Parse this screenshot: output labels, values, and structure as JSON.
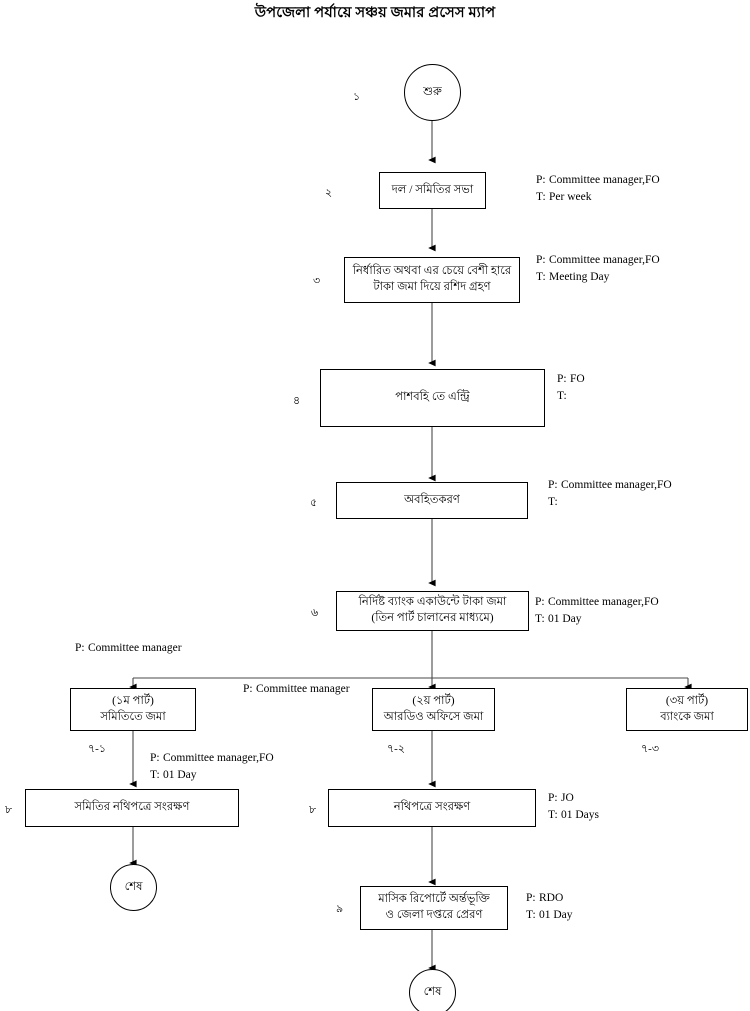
{
  "title": "উপজেলা পর্যায়ে সঞ্চয় জমার প্রসেস ম্যাপ",
  "nodes": {
    "start": {
      "label": "শুরু"
    },
    "step1_num": "১",
    "step2": {
      "num": "২",
      "line1": "দল / সমিতির সভা"
    },
    "step3": {
      "num": "৩",
      "line1": "নির্ধারিত অথবা এর চেয়ে বেশী হারে",
      "line2": "টাকা জমা দিয়ে রশিদ গ্রহণ"
    },
    "step4": {
      "num": "৪",
      "line1": "পাশবহি তে এন্ট্রি"
    },
    "step5": {
      "num": "৫",
      "line1": "অবহিতকরণ"
    },
    "step6": {
      "num": "৬",
      "line1": "নির্দিষ্ট ব্যাংক একাউন্টে টাকা জমা",
      "line2": "(তিন পার্ট চালানের মাধ্যমে)"
    },
    "branch1": {
      "num": "৭-১",
      "line1": "(১ম পার্ট)",
      "line2": "সমিতিতে জমা"
    },
    "branch2": {
      "num": "৭-২",
      "line1": "(২য় পার্ট)",
      "line2": "আরডিও অফিসে জমা"
    },
    "branch3": {
      "num": "৭-৩",
      "line1": "(৩য় পার্ট)",
      "line2": "ব্যাংকে জমা"
    },
    "step8_left": {
      "num": "৮",
      "line1": "সমিতির নথিপত্রে সংরক্ষণ"
    },
    "step8_mid": {
      "num": "৮",
      "line1": "নথিপত্রে সংরক্ষণ"
    },
    "step9": {
      "num": "৯",
      "line1": "মাসিক রিপোর্টে অর্ন্তভূক্তি",
      "line2": "ও জেলা দপ্তরে প্রেরণ"
    },
    "end_left": {
      "label": "শেষ"
    },
    "end_mid": {
      "label": "শেষ"
    }
  },
  "annotations": {
    "step2": {
      "p_key": "P:",
      "p_val": "Committee manager,FO",
      "t_key": "T:",
      "t_val": "Per week"
    },
    "step3": {
      "p_key": "P:",
      "p_val": "Committee manager,FO",
      "t_key": "T:",
      "t_val": "Meeting Day"
    },
    "step4": {
      "p_key": "P:",
      "p_val": "FO",
      "t_key": "T:",
      "t_val": ""
    },
    "step5": {
      "p_key": "P:",
      "p_val": "Committee manager,FO",
      "t_key": "T:",
      "t_val": ""
    },
    "step6": {
      "p_key": "P:",
      "p_val": "Committee manager,FO",
      "t_key": "T:",
      "t_val": "01 Day"
    },
    "branch1": {
      "p_key": "P:",
      "p_val": "Committee manager"
    },
    "branch2": {
      "p_key": "P:",
      "p_val": "Committee manager"
    },
    "step8_left": {
      "p_key": "P:",
      "p_val": "Committee manager,FO",
      "t_key": "T:",
      "t_val": "01 Day"
    },
    "step8_mid": {
      "p_key": "P:",
      "p_val": "JO",
      "t_key": "T:",
      "t_val": "01 Days"
    },
    "step9": {
      "p_key": "P:",
      "p_val": "RDO",
      "t_key": "T:",
      "t_val": "01 Day"
    }
  },
  "colors": {
    "stroke": "#000000",
    "background": "#ffffff",
    "text": "#000000"
  }
}
